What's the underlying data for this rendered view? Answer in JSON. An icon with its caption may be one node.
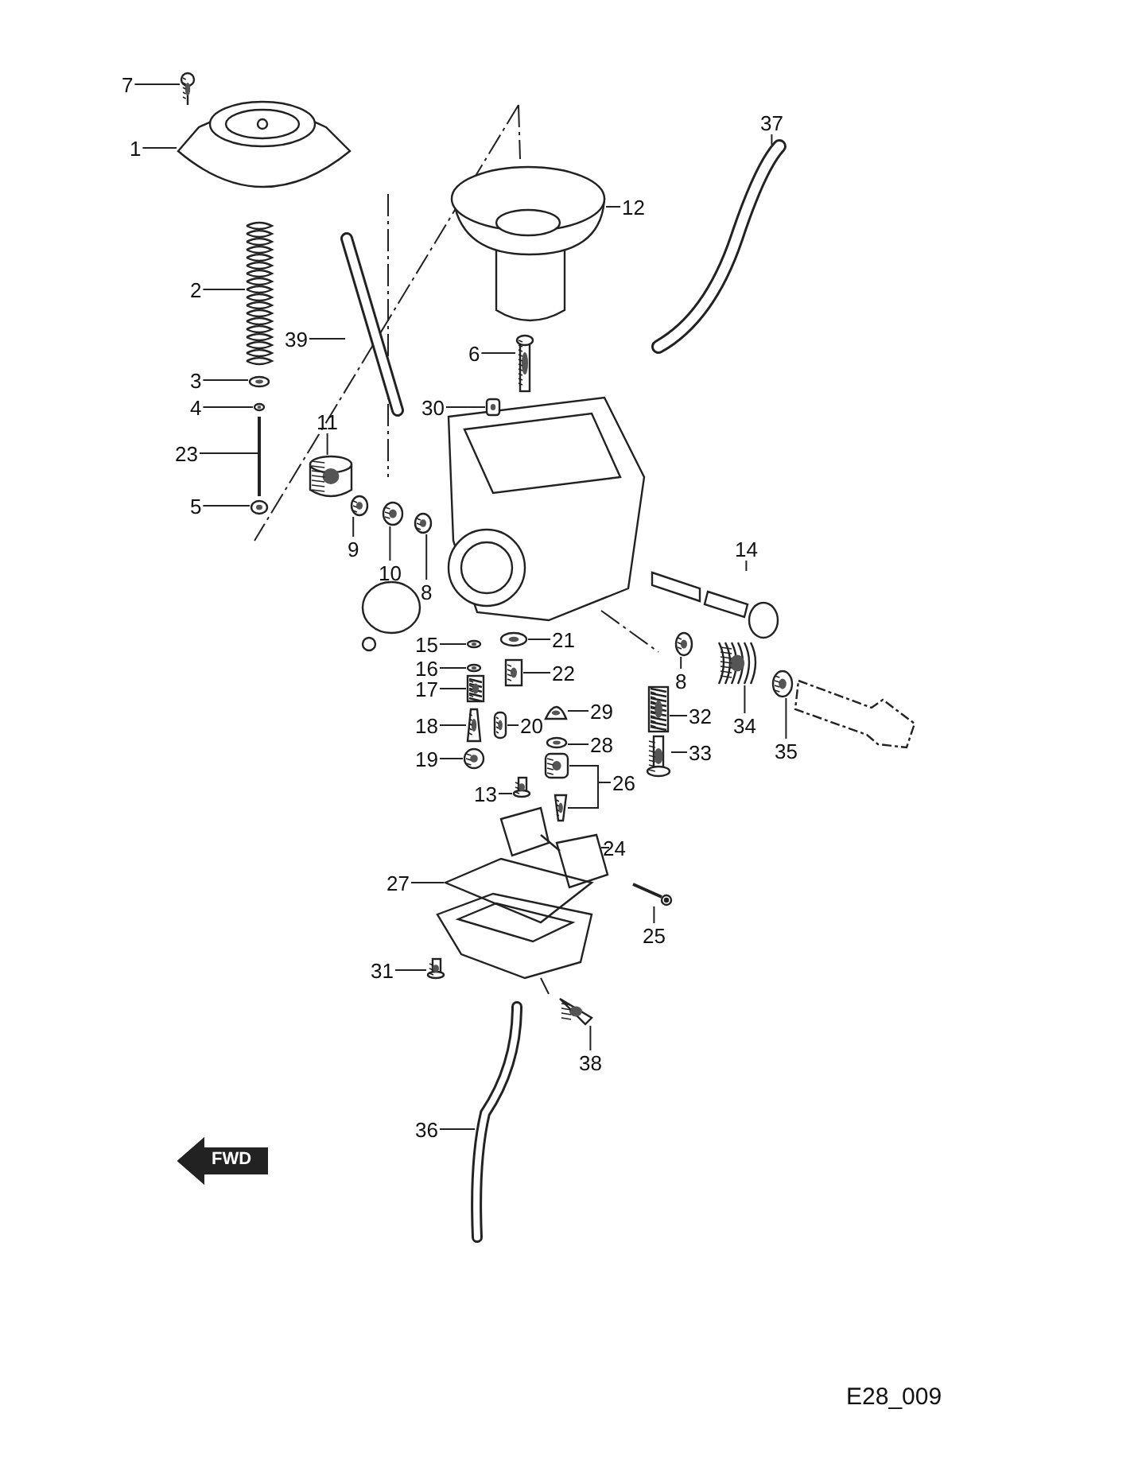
{
  "diagram": {
    "nodes": [
      {
        "text": [
          "7"
        ]
      },
      {
        "text": [
          "1"
        ]
      },
      {
        "text": [
          "37"
        ]
      },
      {
        "text": [
          "12"
        ]
      },
      {
        "text": [
          "2"
        ]
      },
      {
        "text": [
          "39"
        ]
      },
      {
        "text": [
          "6"
        ]
      },
      {
        "text": [
          "3"
        ]
      },
      {
        "text": [
          "30"
        ]
      },
      {
        "text": [
          "4"
        ]
      },
      {
        "text": [
          "11"
        ]
      },
      {
        "text": [
          "23"
        ]
      },
      {
        "text": [
          "5"
        ]
      },
      {
        "text": [
          "9"
        ]
      },
      {
        "text": [
          "10"
        ]
      },
      {
        "text": [
          "8"
        ]
      },
      {
        "text": [
          "14"
        ]
      },
      {
        "text": [
          "21"
        ]
      },
      {
        "text": [
          "15"
        ]
      },
      {
        "text": [
          "16"
        ]
      },
      {
        "text": [
          "22"
        ]
      },
      {
        "text": [
          "8"
        ]
      },
      {
        "text": [
          "17"
        ]
      },
      {
        "text": [
          "32"
        ]
      },
      {
        "text": [
          "34"
        ]
      },
      {
        "text": [
          "35"
        ]
      },
      {
        "text": [
          "29"
        ]
      },
      {
        "text": [
          "20"
        ]
      },
      {
        "text": [
          "18"
        ]
      },
      {
        "text": [
          "28"
        ]
      },
      {
        "text": [
          "19"
        ]
      },
      {
        "text": [
          "33"
        ]
      },
      {
        "text": [
          "26"
        ]
      },
      {
        "text": [
          "13"
        ]
      },
      {
        "text": [
          "24"
        ]
      },
      {
        "text": [
          "27"
        ]
      },
      {
        "text": [
          "25"
        ]
      },
      {
        "text": [
          "31"
        ]
      },
      {
        "text": [
          "38"
        ]
      },
      {
        "text": [
          "36"
        ]
      },
      {
        "text": [],
        "shape": "picture"
      },
      {
        "text": [],
        "shape": "picture"
      },
      {
        "text": [],
        "shape": "picture"
      },
      {
        "text": [],
        "shape": "picture"
      },
      {
        "text": [],
        "shape": "picture"
      },
      {
        "text": [],
        "shape": "picture"
      },
      {
        "text": [],
        "shape": "picture"
      },
      {
        "text": [],
        "shape": "picture"
      },
      {
        "text": [],
        "shape": "picture"
      },
      {
        "text": [],
        "shape": "picture"
      },
      {
        "text": [],
        "shape": "picture"
      },
      {
        "text": [],
        "shape": "picture"
      },
      {
        "text": [],
        "shape": "picture"
      },
      {
        "text": [],
        "shape": "picture"
      },
      {
        "text": [],
        "shape": "picture"
      },
      {
        "text": [],
        "shape": "picture"
      },
      {
        "text": [],
        "shape": "picture"
      },
      {
        "text": [],
        "shape": "picture"
      },
      {
        "text": [],
        "shape": "picture"
      },
      {
        "text": [],
        "shape": "picture"
      },
      {
        "text": [],
        "shape": "picture"
      },
      {
        "text": [],
        "shape": "picture"
      },
      {
        "text": [],
        "shape": "picture"
      },
      {
        "text": [],
        "shape": "picture"
      },
      {
        "text": [],
        "shape": "picture"
      },
      {
        "text": [],
        "shape": "picture"
      },
      {
        "text": [],
        "shape": "picture"
      },
      {
        "text": [],
        "shape": "picture"
      },
      {
        "text": [],
        "shape": "picture"
      },
      {
        "text": [],
        "shape": "picture"
      },
      {
        "text": [],
        "shape": "picture"
      },
      {
        "text": [],
        "shape": "picture"
      },
      {
        "text": [],
        "shape": "picture"
      },
      {
        "text": [],
        "shape": "picture"
      },
      {
        "text": [],
        "shape": "picture"
      },
      {
        "text": [],
        "shape": "picture"
      },
      {
        "text": [],
        "shape": "picture"
      },
      {
        "text": [],
        "shape": "picture"
      },
      {
        "text": [],
        "shape": "picture"
      },
      {
        "text": [],
        "shape": "picture"
      },
      {
        "text": [],
        "shape": "picture"
      }
    ],
    "edges": [
      {
        "from": 0,
        "to": 40,
        "arrow": "none"
      },
      {
        "from": 1,
        "to": 41,
        "arrow": "none"
      },
      {
        "from": 2,
        "to": 42,
        "arrow": "none"
      },
      {
        "from": 3,
        "to": 43,
        "arrow": "none"
      },
      {
        "from": 4,
        "to": 44,
        "arrow": "none"
      },
      {
        "from": 5,
        "to": 45,
        "arrow": "none"
      },
      {
        "from": 6,
        "to": 46,
        "arrow": "none"
      },
      {
        "from": 7,
        "to": 47,
        "arrow": "none"
      },
      {
        "from": 8,
        "to": 48,
        "arrow": "none"
      },
      {
        "from": 9,
        "to": 49,
        "arrow": "none"
      },
      {
        "from": 10,
        "to": 50,
        "arrow": "none"
      },
      {
        "from": 11,
        "to": 51,
        "arrow": "none"
      },
      {
        "from": 12,
        "to": 52,
        "arrow": "none"
      },
      {
        "from": 13,
        "to": 53,
        "arrow": "none"
      },
      {
        "from": 14,
        "to": 54,
        "arrow": "none"
      },
      {
        "from": 15,
        "to": 55,
        "arrow": "none"
      },
      {
        "from": 16,
        "to": 56,
        "arrow": "none"
      },
      {
        "from": 17,
        "to": 57,
        "arrow": "none"
      },
      {
        "from": 18,
        "to": 58,
        "arrow": "none"
      },
      {
        "from": 19,
        "to": 59,
        "arrow": "none"
      },
      {
        "from": 20,
        "to": 60,
        "arrow": "none"
      },
      {
        "from": 21,
        "to": 61,
        "arrow": "none"
      },
      {
        "from": 22,
        "to": 62,
        "arrow": "none"
      },
      {
        "from": 23,
        "to": 63,
        "arrow": "none"
      },
      {
        "from": 24,
        "to": 64,
        "arrow": "none"
      },
      {
        "from": 25,
        "to": 65,
        "arrow": "none"
      },
      {
        "from": 26,
        "to": 66,
        "arrow": "none"
      },
      {
        "from": 27,
        "to": 67,
        "arrow": "none"
      },
      {
        "from": 28,
        "to": 68,
        "arrow": "none"
      },
      {
        "from": 29,
        "to": 69,
        "arrow": "none"
      },
      {
        "from": 30,
        "to": 70,
        "arrow": "none"
      },
      {
        "from": 31,
        "to": 71,
        "arrow": "none"
      },
      {
        "from": 32,
        "to": 72,
        "arrow": "none"
      },
      {
        "from": 32,
        "to": 73,
        "arrow": "none"
      },
      {
        "from": 33,
        "to": 74,
        "arrow": "none"
      },
      {
        "from": 34,
        "to": 75,
        "arrow": "none"
      },
      {
        "from": 35,
        "to": 76,
        "arrow": "none"
      },
      {
        "from": 36,
        "to": 77,
        "arrow": "none"
      },
      {
        "from": 37,
        "to": 78,
        "arrow": "none"
      },
      {
        "from": 38,
        "to": 79,
        "arrow": "none"
      },
      {
        "from": 39,
        "to": 80,
        "arrow": "none"
      }
    ],
    "labels": [
      "FWD",
      "E28_009"
    ]
  }
}
